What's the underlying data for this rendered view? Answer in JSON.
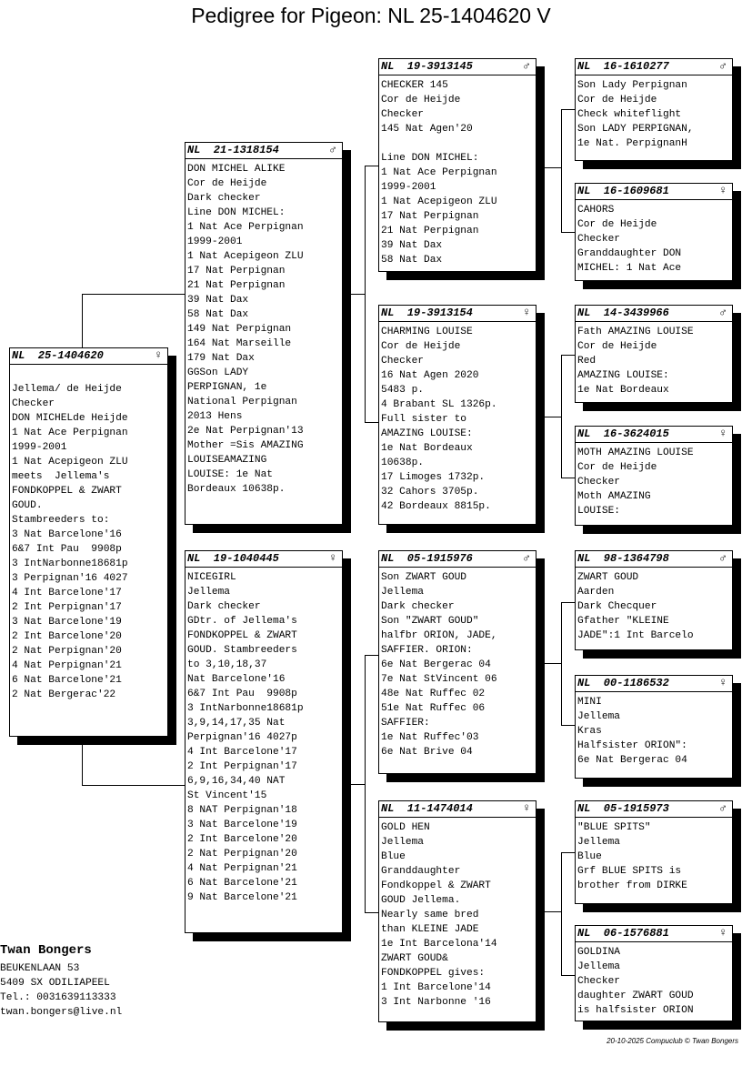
{
  "title": "Pedigree for Pigeon: NL  25-1404620 V",
  "pigeons": {
    "p0": {
      "ring": "NL  25-1404620",
      "sex": "♀",
      "lines": [
        "",
        "Jellema/ de Heijde",
        "Checker",
        "DON MICHELde Heijde",
        "1 Nat Ace Perpignan",
        "1999-2001",
        "1 Nat Acepigeon ZLU",
        "meets  Jellema's",
        "FONDKOPPEL & ZWART",
        "GOUD.",
        "Stambreeders to:",
        "3 Nat Barcelone'16",
        "6&7 Int Pau  9908p",
        "3 IntNarbonne18681p",
        "3 Perpignan'16 4027",
        "4 Int Barcelone'17",
        "2 Int Perpignan'17",
        "3 Nat Barcelone'19",
        "2 Int Barcelone'20",
        "2 Nat Perpignan'20",
        "4 Nat Perpignan'21",
        "6 Nat Barcelone'21",
        "2 Nat Bergerac'22"
      ]
    },
    "p1": {
      "ring": "NL  21-1318154",
      "sex": "♂",
      "lines": [
        "DON MICHEL ALIKE",
        "Cor de Heijde",
        "Dark checker",
        "Line DON MICHEL:",
        "1 Nat Ace Perpignan",
        "1999-2001",
        "1 Nat Acepigeon ZLU",
        "17 Nat Perpignan",
        "21 Nat Perpignan",
        "39 Nat Dax",
        "58 Nat Dax",
        "149 Nat Perpignan",
        "164 Nat Marseille",
        "179 Nat Dax",
        "GGSon LADY",
        "PERPIGNAN, 1e",
        "National Perpignan",
        "2013 Hens",
        "2e Nat Perpignan'13",
        "Mother =Sis AMAZING",
        "LOUISEAMAZING",
        "LOUISE: 1e Nat",
        "Bordeaux 10638p."
      ]
    },
    "p2": {
      "ring": "NL  19-1040445",
      "sex": "♀",
      "lines": [
        "NICEGIRL",
        "Jellema",
        "Dark checker",
        "GDtr. of Jellema's",
        "FONDKOPPEL & ZWART",
        "GOUD. Stambreeders",
        "to 3,10,18,37",
        "Nat Barcelone'16",
        "6&7 Int Pau  9908p",
        "3 IntNarbonne18681p",
        "3,9,14,17,35 Nat",
        "Perpignan'16 4027p",
        "4 Int Barcelone'17",
        "2 Int Perpignan'17",
        "6,9,16,34,40 NAT",
        "St Vincent'15",
        "8 NAT Perpignan'18",
        "3 Nat Barcelone'19",
        "2 Int Barcelone'20",
        "2 Nat Perpignan'20",
        "4 Nat Perpignan'21",
        "6 Nat Barcelone'21",
        "9 Nat Barcelone'21"
      ]
    },
    "p3": {
      "ring": "NL  19-3913145",
      "sex": "♂",
      "lines": [
        "CHECKER 145",
        "Cor de Heijde",
        "Checker",
        "145 Nat Agen'20",
        "",
        "Line DON MICHEL:",
        "1 Nat Ace Perpignan",
        "1999-2001",
        "1 Nat Acepigeon ZLU",
        "17 Nat Perpignan",
        "21 Nat Perpignan",
        "39 Nat Dax",
        "58 Nat Dax"
      ]
    },
    "p4": {
      "ring": "NL  19-3913154",
      "sex": "♀",
      "lines": [
        "CHARMING LOUISE",
        "Cor de Heijde",
        "Checker",
        "16 Nat Agen 2020",
        "5483 p.",
        "4 Brabant SL 1326p.",
        "Full sister to",
        "AMAZING LOUISE:",
        "1e Nat Bordeaux",
        "10638p.",
        "17 Limoges 1732p.",
        "32 Cahors 3705p.",
        "42 Bordeaux 8815p."
      ]
    },
    "p5": {
      "ring": "NL  05-1915976",
      "sex": "♂",
      "lines": [
        "Son ZWART GOUD",
        "Jellema",
        "Dark checker",
        "Son \"ZWART GOUD\"",
        "halfbr ORION, JADE,",
        "SAFFIER. ORION:",
        "6e Nat Bergerac 04",
        "7e Nat StVincent 06",
        "48e Nat Ruffec 02",
        "51e Nat Ruffec 06",
        "SAFFIER:",
        "1e Nat Ruffec'03",
        "6e Nat Brive 04"
      ]
    },
    "p6": {
      "ring": "NL  11-1474014",
      "sex": "♀",
      "lines": [
        "GOLD HEN",
        "Jellema",
        "Blue",
        "Granddaughter",
        "Fondkoppel & ZWART",
        "GOUD Jellema.",
        "Nearly same bred",
        "than KLEINE JADE",
        "1e Int Barcelona'14",
        "ZWART GOUD&",
        "FONDKOPPEL gives:",
        "1 Int Barcelone'14",
        "3 Int Narbonne '16"
      ]
    },
    "p7": {
      "ring": "NL  16-1610277",
      "sex": "♂",
      "lines": [
        "Son Lady Perpignan",
        "Cor de Heijde",
        "Check whiteflight",
        "Son LADY PERPIGNAN,",
        "1e Nat. PerpignanH"
      ]
    },
    "p8": {
      "ring": "NL  16-1609681",
      "sex": "♀",
      "lines": [
        "CAHORS",
        "Cor de Heijde",
        "Checker",
        "Granddaughter DON",
        "MICHEL: 1 Nat Ace"
      ]
    },
    "p9": {
      "ring": "NL  14-3439966",
      "sex": "♂",
      "lines": [
        "Fath AMAZING LOUISE",
        "Cor de Heijde",
        "Red",
        "AMAZING LOUISE:",
        "1e Nat Bordeaux"
      ]
    },
    "p10": {
      "ring": "NL  16-3624015",
      "sex": "♀",
      "lines": [
        "MOTH AMAZING LOUISE",
        "Cor de Heijde",
        "Checker",
        "Moth AMAZING",
        "LOUISE:"
      ]
    },
    "p11": {
      "ring": "NL  98-1364798",
      "sex": "♂",
      "lines": [
        "ZWART GOUD",
        "Aarden",
        "Dark Checquer",
        "Gfather \"KLEINE",
        "JADE\":1 Int Barcelo"
      ]
    },
    "p12": {
      "ring": "NL  00-1186532",
      "sex": "♀",
      "lines": [
        "MINI",
        "Jellema",
        "Kras",
        "Halfsister ORION\":",
        "6e Nat Bergerac 04"
      ]
    },
    "p13": {
      "ring": "NL  05-1915973",
      "sex": "♂",
      "lines": [
        "\"BLUE SPITS\"",
        "Jellema",
        "Blue",
        "Grf BLUE SPITS is",
        "brother from DIRKE"
      ]
    },
    "p14": {
      "ring": "NL  06-1576881",
      "sex": "♀",
      "lines": [
        "GOLDINA",
        "Jellema",
        "Checker",
        "daughter ZWART GOUD",
        "is halfsister ORION"
      ]
    }
  },
  "owner": {
    "name": "Twan Bongers",
    "address": "BEUKENLAAN 53",
    "city": "5409 SX  ODILIAPEEL",
    "tel": "Tel.: 0031639113333",
    "email": "twan.bongers@live.nl"
  },
  "footer": "20-10-2025   Compuclub © Twan Bongers"
}
